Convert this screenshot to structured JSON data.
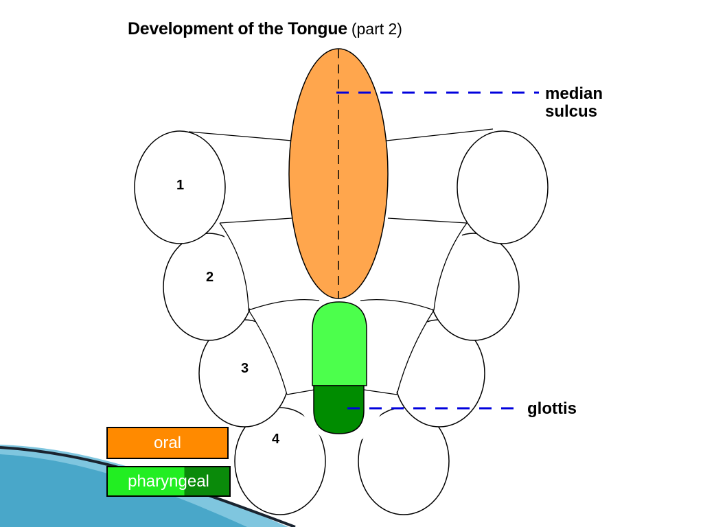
{
  "title": {
    "main": "Development of the Tongue",
    "sub": "(part 2)"
  },
  "labels": {
    "median_sulcus_line1": "median",
    "median_sulcus_line2": "sulcus",
    "glottis": "glottis"
  },
  "arch_numbers": [
    "1",
    "2",
    "3",
    "4"
  ],
  "legend": {
    "oral": "oral",
    "pharyngeal": "pharyngeal"
  },
  "colors": {
    "oral": "#FFA64D",
    "pharyngeal_light": "#4CFF4C",
    "pharyngeal_dark": "#008C00",
    "callout_line": "#0000DD"
  }
}
